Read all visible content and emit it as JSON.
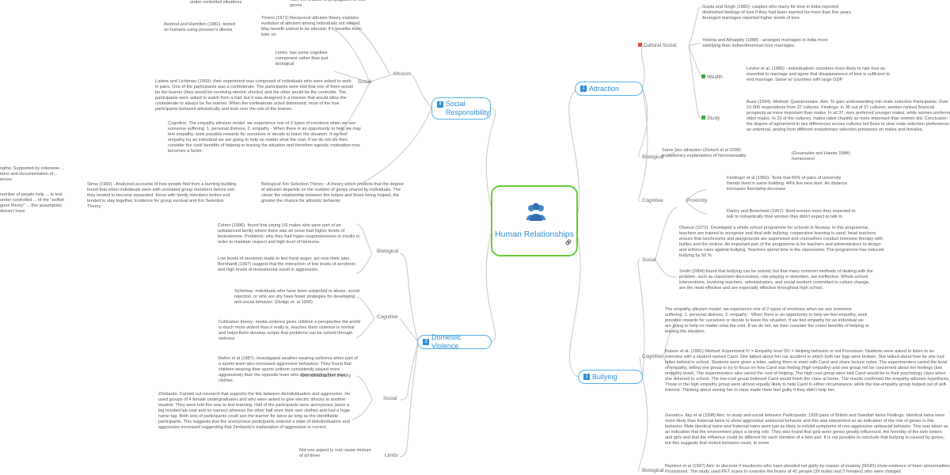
{
  "center": {
    "title": "Human Relationships",
    "icon": "people-icon",
    "link_icon": "link-icon"
  },
  "colors": {
    "branch": "#56b3e6",
    "center_border": "#66cc33",
    "topic_text": "#2d8fd5",
    "link_line": "#c8c8c8",
    "flag": "#e04a3a",
    "leaf": "#3aa84a"
  },
  "topics": {
    "attraction": {
      "num": "1",
      "label": "Attraction"
    },
    "bullying": {
      "num": "2",
      "label": "Bullying"
    },
    "domestic_violence": {
      "num": "3",
      "label": "Domestic Violence"
    },
    "social_responsibility": {
      "num": "4",
      "label": "Social Responsibility"
    }
  },
  "labels": {
    "cultural_social": "Cultural Social",
    "wealth": "Wealth",
    "study": "Study",
    "biological_attr": "Biological",
    "cognitive_attr": "Cognitive",
    "proximity": "Proximity",
    "social_bully": "Social",
    "cognitive_bully": "Cognitive",
    "biological_bully": "Biological",
    "altruism": "Altruism",
    "social_altruism": "Social",
    "biological_dv": "Biological",
    "cognitive_dv": "Cognitive",
    "social_dv": "Social",
    "deindividuation": "Deindividuation theory",
    "limits": "Limits"
  },
  "notes": {
    "gupta": "Gupta and Singh (1982)- couples who marry for love in India reported diminished feelings of love if they had been married for more than five years. Arranged marriages reported higher levels of love",
    "yelsma": "Yelsma and Athappily (1988) - arranged marriages in India more satisfying than Indian/American love marriages.",
    "levine": "Levine et al. (1995) - individualistic countries more likely to rate love as essential to marriage and agree that disappearance of love is sufficient to end marriage. Same w/ countries with large GDP",
    "buss": "Buss (1994)- Method: Questionnaire. Aim: To gain understanding into mate selection Participants: Over 10 000 respondents from 37 cultures. Findings: In 36 out of 37 cultures, women ranked financial prospects as more important than males. In all 37, men preferred younger mates, while women preferred older males. In 23 of the cultures, males rated chastity as more important than women did. Conclusion: the degree of agreement in sex differences across cultures led Buss to view mate selection preferences as universal, arising from different evolutionary selection pressures on males and females.",
    "same_sex": "Same Sex attraction (Zietsch et al 2008) evolutionary explanations of homosexuality",
    "gouzoules": "(Gouzoules and Hamer 1984) homeovers!",
    "festinger": "Festinger et al (1950)- Tests that 65% of pairs of university friends lived in same building. 44% live next door. As distance increases friendship decrease",
    "darley": "Darley and Berscheid (1967)- liked women more they expected to talk to romantically than women they didn't expect to talk to",
    "olweus": "Olweus (1972)- Developed a whole school programme for schools in Norway. In this programme, teachers are trained to recognize and deal with bullying; cooperative learning is used; head teachers ensure that lunchrooms and playgrounds are supervised and counsellors conduct intensive therapy with bullies and the victims. An important part of the programme is for teachers and administrators to design and enforce rules against bullying. Teachers spend time in the classrooms. The programme has reduced bullying by 50 %",
    "smith": "Smith (2004) found that bullying can be solved, but that many common methods of dealing with the problem, such as classroom discussions, role-playing or detention, are ineffective. Whole-school interventions, involving teachers, administrators, and social workers committed to culture change, are the most effective and are especially effective throughout high school.",
    "empathy_bully": "The empathy altruism model: we experience one of 2 types of emotions when we see someone suffering: 1. personal distress, 2. empathy - When there is an opportunity to help we feel empathy, seek possible rewards for ourselves or decide to leave the situation. If we feel empathy for an individual we are going to help no matter what the cost. If we do not, we then consider the costs/ benefits of helping or leaving the situation.",
    "batson": "Batson et al. (1981) Method: Experiment IV = Empathy level DV = Helping behavior or not Procedure: Students were asked to listen to an interview with a student named Carol. She talked about her car accident in which both her legs were broken. She talked about how far she had fallen behind in school. Students were given a letter, asking them to meet with Carol and share lecture notes. The experimenters varied the level of empathy, telling one group to try to focus on how Carol was feeling (high empathy) and one group not be concerned about her feelings (low empathy level). The experimenters also varied the cost of helping. The high-cost group were told Carol would be in their psychology class when she returned to school. The low-cost group believed Carol would finish the class at home. The results confirmed the empathy-altruism hypothesis. Those in the high empathy group were almost equally likely to help Carol in either circumstance, while the low-empathy group helped out of self-interest. Thinking about seeing her in class made them feel guilty if they didn't help her.",
    "genetics": "Genetics- Ilay et al (1998) Aim: to study anti-social behavior Participants: 1500 pairs of British and Swedish twins Findings: Identical twins were more likely than fraternal twins to show aggressive antisocial behavior and this was interpreted as an indication of the role of genes in this behavior. Male identical twins and fraternal twins were just as likely to exhibit symptoms of non-aggressive antisocial behavior. This was taken as an indication that the environment plays a strong role. They also found that girls were genes greatly influenced, the heredity of the twin sisters and girls and that the influence could be different for each member of a twin pair. It is not possible to conclude that bullying is caused by genes, but this suggests that violent behavior could, to some",
    "ramirez": "Ramirez et al (1997) Aim: to discover if murderers who have pleaded not guilty by reason of insanity (NGRI) show evidence of brain abnormalities Procedures: The study used PET scans to examine the brains of 41 people (39 males and 2 females) who were charged",
    "cohen": "Cohen (1996)- found that young US males who were part of an unbalanced family where there was an issue had higher levels of testosterone. Problems: why they had hyper-responsiveness to insults in order to maintain respect and high level of hormone.",
    "serotonin": "Low levels of serotonin leads to feel frank anger, act now think later. Bernhardt (1997) suggest that the interaction of low levels of serotonin and high levels of testosterone result in aggression.",
    "schemas": "Schemas: individuals who have been subjected to abuse, social rejection, or who are shy have fewer strategies for developing anti-social behavior. (Dodge et. al 1990)",
    "cultivation": "Cultivation theory- media violence gives children a perspective the world is much more violent than it really is, teaches them violence is normal and helps them develop scripts that problems can be solved through violence",
    "rehm": "Rehm et al (1987)- investigated weather wearing uniforms when part of a sports team also increased aggressive behaviour. They found that children wearing their sports uniform consistently played more aggressively than the opposite team who were wearing their own clothes.",
    "zimbardo": "Zimbardo: Carried out research that supports the link between deindividuation and aggression. He used groups of 4 female undergraduates and who were asked to give electric shocks to another student. They were told this was to test learning. Half of the participants were anonymous (wore a big hooded lab coat and no names) whereas the other half wore their own clothes and had a huge name tag. Both sets of participants could see the learner for twice as long as the identifiable participants. This suggests that the anonymous participants entered a state of deindividuation and aggression increased suggesting that Zimbardo's explanation of aggression is correct.",
    "not_one": "Not one aspect is root cause mixture of all three",
    "controlled": "under controlled situations",
    "genes_fn": "have the chance of propagation of own genes",
    "trivers": "Trivers (1971) Reciprocal altruism theory explains evolution of altruism among individuals not related. May benefit animal to be altruistic if it benefits them later on",
    "axelrod": "Axelrod and Hamilton (1981)- tested on humans using prisoner's dilema",
    "limits_social": "Limits: has some cognitive component rather than just biological",
    "latane": "Latane and Lichtman (1969)- their experiment was composed of individuals who were asked to work in pairs. One of the participants was a confederate. The participants were told that one of them would be the learner (they would be receiving electric shocks) and the other would be the controller. The participants were asked to watch from a hall, but it was designed in a manner that would allow the confederate to always be the learner. When the confederate acted distressed, most of the true participants behaved altruistically and took over the role of the learner.",
    "cognitive_alt": "Cognitive: The empathy altruism model: we experience one of 2 types of emotions when we see someone suffering: 1. personal distress, 2. empathy - When there is an opportunity to help we may feel empathy, seek possible rewards for ourselves or decide to leave the situation. If we feel empathy for an individual we are going to help no matter what the cost. If we do not we then consider the cost/ benefits of helping or leaving the situation and therefore egoistic motivation now becomes a factor.",
    "simw": "Simw (1983) - Analyzed accounts of how people fled from a burning building found that when individuals were with unrelated group members before exit they tended to become separated. those with family members before exit tended to stay together. Evidence for group survival and Kin Selection Theory.",
    "kin": "Biological: Kin Selection Theory - A theory which predicts that the degree of altruism depends on the number of genes shared by individuals. The closer the relationship between the helper and those being helped, the greater the chance for altruistic behavior.",
    "left_a": "ngths: Supported by extensive ... tions and documentation of ... ences.",
    "left_b": "number of people help ... to test under controlled ... of the \"selfish gene theory\" ... this assumption doesn't have"
  }
}
